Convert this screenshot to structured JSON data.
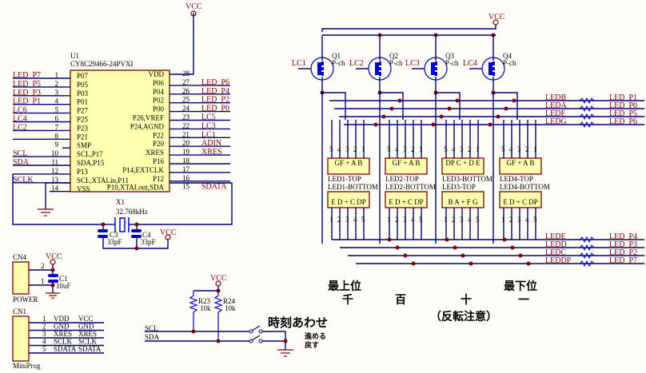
{
  "mcu": {
    "ref": "U1",
    "part": "CY8C29466-24PVXI",
    "left_pins": [
      {
        "num": "1",
        "name": "P07",
        "net": "LED_P7"
      },
      {
        "num": "2",
        "name": "P05",
        "net": "LED_P5"
      },
      {
        "num": "3",
        "name": "P03",
        "net": "LED_P3"
      },
      {
        "num": "4",
        "name": "P01",
        "net": "LED_P1"
      },
      {
        "num": "5",
        "name": "P27",
        "net": "LC6"
      },
      {
        "num": "6",
        "name": "P25",
        "net": "LC4"
      },
      {
        "num": "7",
        "name": "P23",
        "net": "LC2"
      },
      {
        "num": "8",
        "name": "P21",
        "net": ""
      },
      {
        "num": "9",
        "name": "SMP",
        "net": ""
      },
      {
        "num": "10",
        "name": "SCL,P17",
        "net": "SCL"
      },
      {
        "num": "11",
        "name": "SDA,P15",
        "net": "SDA"
      },
      {
        "num": "12",
        "name": "P13",
        "net": ""
      },
      {
        "num": "13",
        "name": "SCL,XTALin,P11",
        "net": "SCLK"
      },
      {
        "num": "14",
        "name": "VSS",
        "net": ""
      }
    ],
    "right_pins": [
      {
        "num": "28",
        "name": "VDD",
        "net": ""
      },
      {
        "num": "27",
        "name": "P06",
        "net": "LED_P6"
      },
      {
        "num": "26",
        "name": "P04",
        "net": "LED_P4"
      },
      {
        "num": "25",
        "name": "P02",
        "net": "LED_P2"
      },
      {
        "num": "24",
        "name": "P00",
        "net": "LED_P0"
      },
      {
        "num": "23",
        "name": "P26,VREF",
        "net": "LC5"
      },
      {
        "num": "22",
        "name": "P24,AGND",
        "net": "LC3"
      },
      {
        "num": "21",
        "name": "P22",
        "net": "LC1"
      },
      {
        "num": "20",
        "name": "P20",
        "net": "ADIN"
      },
      {
        "num": "19",
        "name": "XRES",
        "net": "XRES"
      },
      {
        "num": "18",
        "name": "P16",
        "net": ""
      },
      {
        "num": "17",
        "name": "P14,EXTCLK",
        "net": ""
      },
      {
        "num": "16",
        "name": "P12",
        "net": ""
      },
      {
        "num": "15",
        "name": "P10,XTALout,SDA",
        "net": "SDATA"
      }
    ]
  },
  "power_labels": {
    "vcc": "VCC"
  },
  "crystal": {
    "ref": "X1",
    "value": "32.768kHz"
  },
  "caps": [
    {
      "ref": "C3",
      "value": "33pF"
    },
    {
      "ref": "C4",
      "value": "33pF"
    },
    {
      "ref": "C1",
      "value": "10uF"
    }
  ],
  "cn4": {
    "ref": "CN4",
    "label": "POWER",
    "pins": [
      "2",
      "1"
    ]
  },
  "cn1": {
    "ref": "CN1",
    "label": "MiniProg",
    "pins": [
      {
        "num": "1",
        "name": "VDD",
        "net": "VCC"
      },
      {
        "num": "2",
        "name": "GND",
        "net": "GND"
      },
      {
        "num": "3",
        "name": "XRES",
        "net": "XRES"
      },
      {
        "num": "4",
        "name": "SCLK",
        "net": "SCLK"
      },
      {
        "num": "5",
        "name": "SDATA",
        "net": "SDATA"
      }
    ]
  },
  "pullups": [
    {
      "ref": "R23",
      "value": "10k"
    },
    {
      "ref": "R24",
      "value": "10k"
    }
  ],
  "switch_nets": [
    "SCL",
    "SDA"
  ],
  "switch_title": "時刻あわせ",
  "switch_labels": [
    "進める",
    "戻す"
  ],
  "transistors": [
    {
      "ref": "Q1",
      "type": "P-ch",
      "gate": "LC1"
    },
    {
      "ref": "Q2",
      "type": "P-ch",
      "gate": "LC2"
    },
    {
      "ref": "Q3",
      "type": "P-ch",
      "gate": "LC3"
    },
    {
      "ref": "Q4",
      "type": "P-ch",
      "gate": "LC4"
    }
  ],
  "led_modules": [
    {
      "top_box": "GF + A B",
      "bottom_box": "E D + C DP",
      "label1": "LED1-TOP",
      "label2": "LED1-BOTTOM"
    },
    {
      "top_box": "GF + A B",
      "bottom_box": "E D + C DP",
      "label1": "LED2-TOP",
      "label2": "LED2-BOTTOM"
    },
    {
      "top_box": "DP C + D E",
      "bottom_box": "B A + F G",
      "label1": "LED3-BOTTOM",
      "label2": "LED3-TOP"
    },
    {
      "top_box": "GF + A B",
      "bottom_box": "E D + C DP",
      "label1": "LED4-TOP",
      "label2": "LED4-BOTTOM"
    }
  ],
  "pin_numbers_top": [
    "5",
    "4",
    "3",
    "2",
    "1"
  ],
  "pin_numbers_bottom": [
    "1",
    "2",
    "3",
    "4",
    "5"
  ],
  "seg_nets_top": [
    {
      "net": "LEDB",
      "port": "LED_P1"
    },
    {
      "net": "LEDA",
      "port": "LED_P0"
    },
    {
      "net": "LEDF",
      "port": "LED_P5"
    },
    {
      "net": "LEDG",
      "port": "LED_P6"
    }
  ],
  "seg_nets_bottom": [
    {
      "net": "LEDE",
      "port": "LED_P4"
    },
    {
      "net": "LEDD",
      "port": "LED_P3"
    },
    {
      "net": "LEDC",
      "port": "LED_P2"
    },
    {
      "net": "LEDDP",
      "port": "LED_P7"
    }
  ],
  "digit_notes": {
    "msd": "最上位",
    "lsd": "最下位",
    "thousands": "千",
    "hundreds": "百",
    "tens": "十",
    "ones": "一",
    "reverse_note": "（反転注意）"
  }
}
